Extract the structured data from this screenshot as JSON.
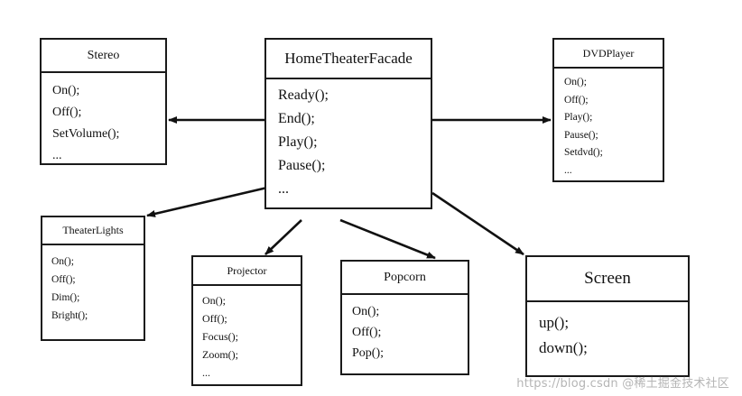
{
  "classes": {
    "facade": {
      "name": "HomeTheaterFacade",
      "methods": [
        "Ready();",
        "End();",
        "Play();",
        "Pause();",
        "..."
      ]
    },
    "stereo": {
      "name": "Stereo",
      "methods": [
        "On();",
        "Off();",
        "SetVolume();",
        "..."
      ]
    },
    "dvd": {
      "name": "DVDPlayer",
      "methods": [
        "On();",
        "Off();",
        "Play();",
        "Pause();",
        "Setdvd();",
        "..."
      ]
    },
    "lights": {
      "name": "TheaterLights",
      "methods": [
        "On();",
        "Off();",
        "Dim();",
        "Bright();"
      ]
    },
    "projector": {
      "name": "Projector",
      "methods": [
        "On();",
        "Off();",
        "Focus();",
        "Zoom();",
        "..."
      ]
    },
    "popcorn": {
      "name": "Popcorn",
      "methods": [
        "On();",
        "Off();",
        "Pop();"
      ]
    },
    "screen": {
      "name": "Screen",
      "methods": [
        "up();",
        "down();"
      ]
    }
  },
  "relations": [
    {
      "from": "facade",
      "to": "stereo"
    },
    {
      "from": "facade",
      "to": "dvd"
    },
    {
      "from": "facade",
      "to": "lights"
    },
    {
      "from": "facade",
      "to": "projector"
    },
    {
      "from": "facade",
      "to": "popcorn"
    },
    {
      "from": "facade",
      "to": "screen"
    }
  ],
  "watermark": "https://blog.csdn @稀土掘金技术社区"
}
